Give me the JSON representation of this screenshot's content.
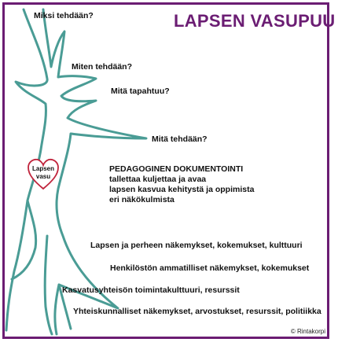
{
  "title": "LAPSEN VASUPUU",
  "branch_questions": [
    "Miksi tehdään?",
    "Miten tehdään?",
    "Mitä tapahtuu?",
    "Mitä tehdään?"
  ],
  "heart_label": "Lapsen vasu",
  "documentation": {
    "heading": "PEDAGOGINEN DOKUMENTOINTI",
    "lines": [
      "tallettaa kuljettaa ja avaa",
      "lapsen kasvua kehitystä ja oppimista",
      "eri näkökulmista"
    ]
  },
  "root_layers": [
    "Lapsen ja perheen näkemykset, kokemukset, kulttuuri",
    "Henkilöstön ammatilliset näkemykset, kokemukset",
    "Kasvatusyhteisön toimintakulttuuri, resurssit",
    "Yhteiskunnalliset näkemykset, arvostukset, resurssit, politiikka"
  ],
  "copyright": "© Rintakorpi",
  "colors": {
    "frame": "#6b1d73",
    "tree_outline": "#4a9c95",
    "heart": "#c0243c"
  }
}
